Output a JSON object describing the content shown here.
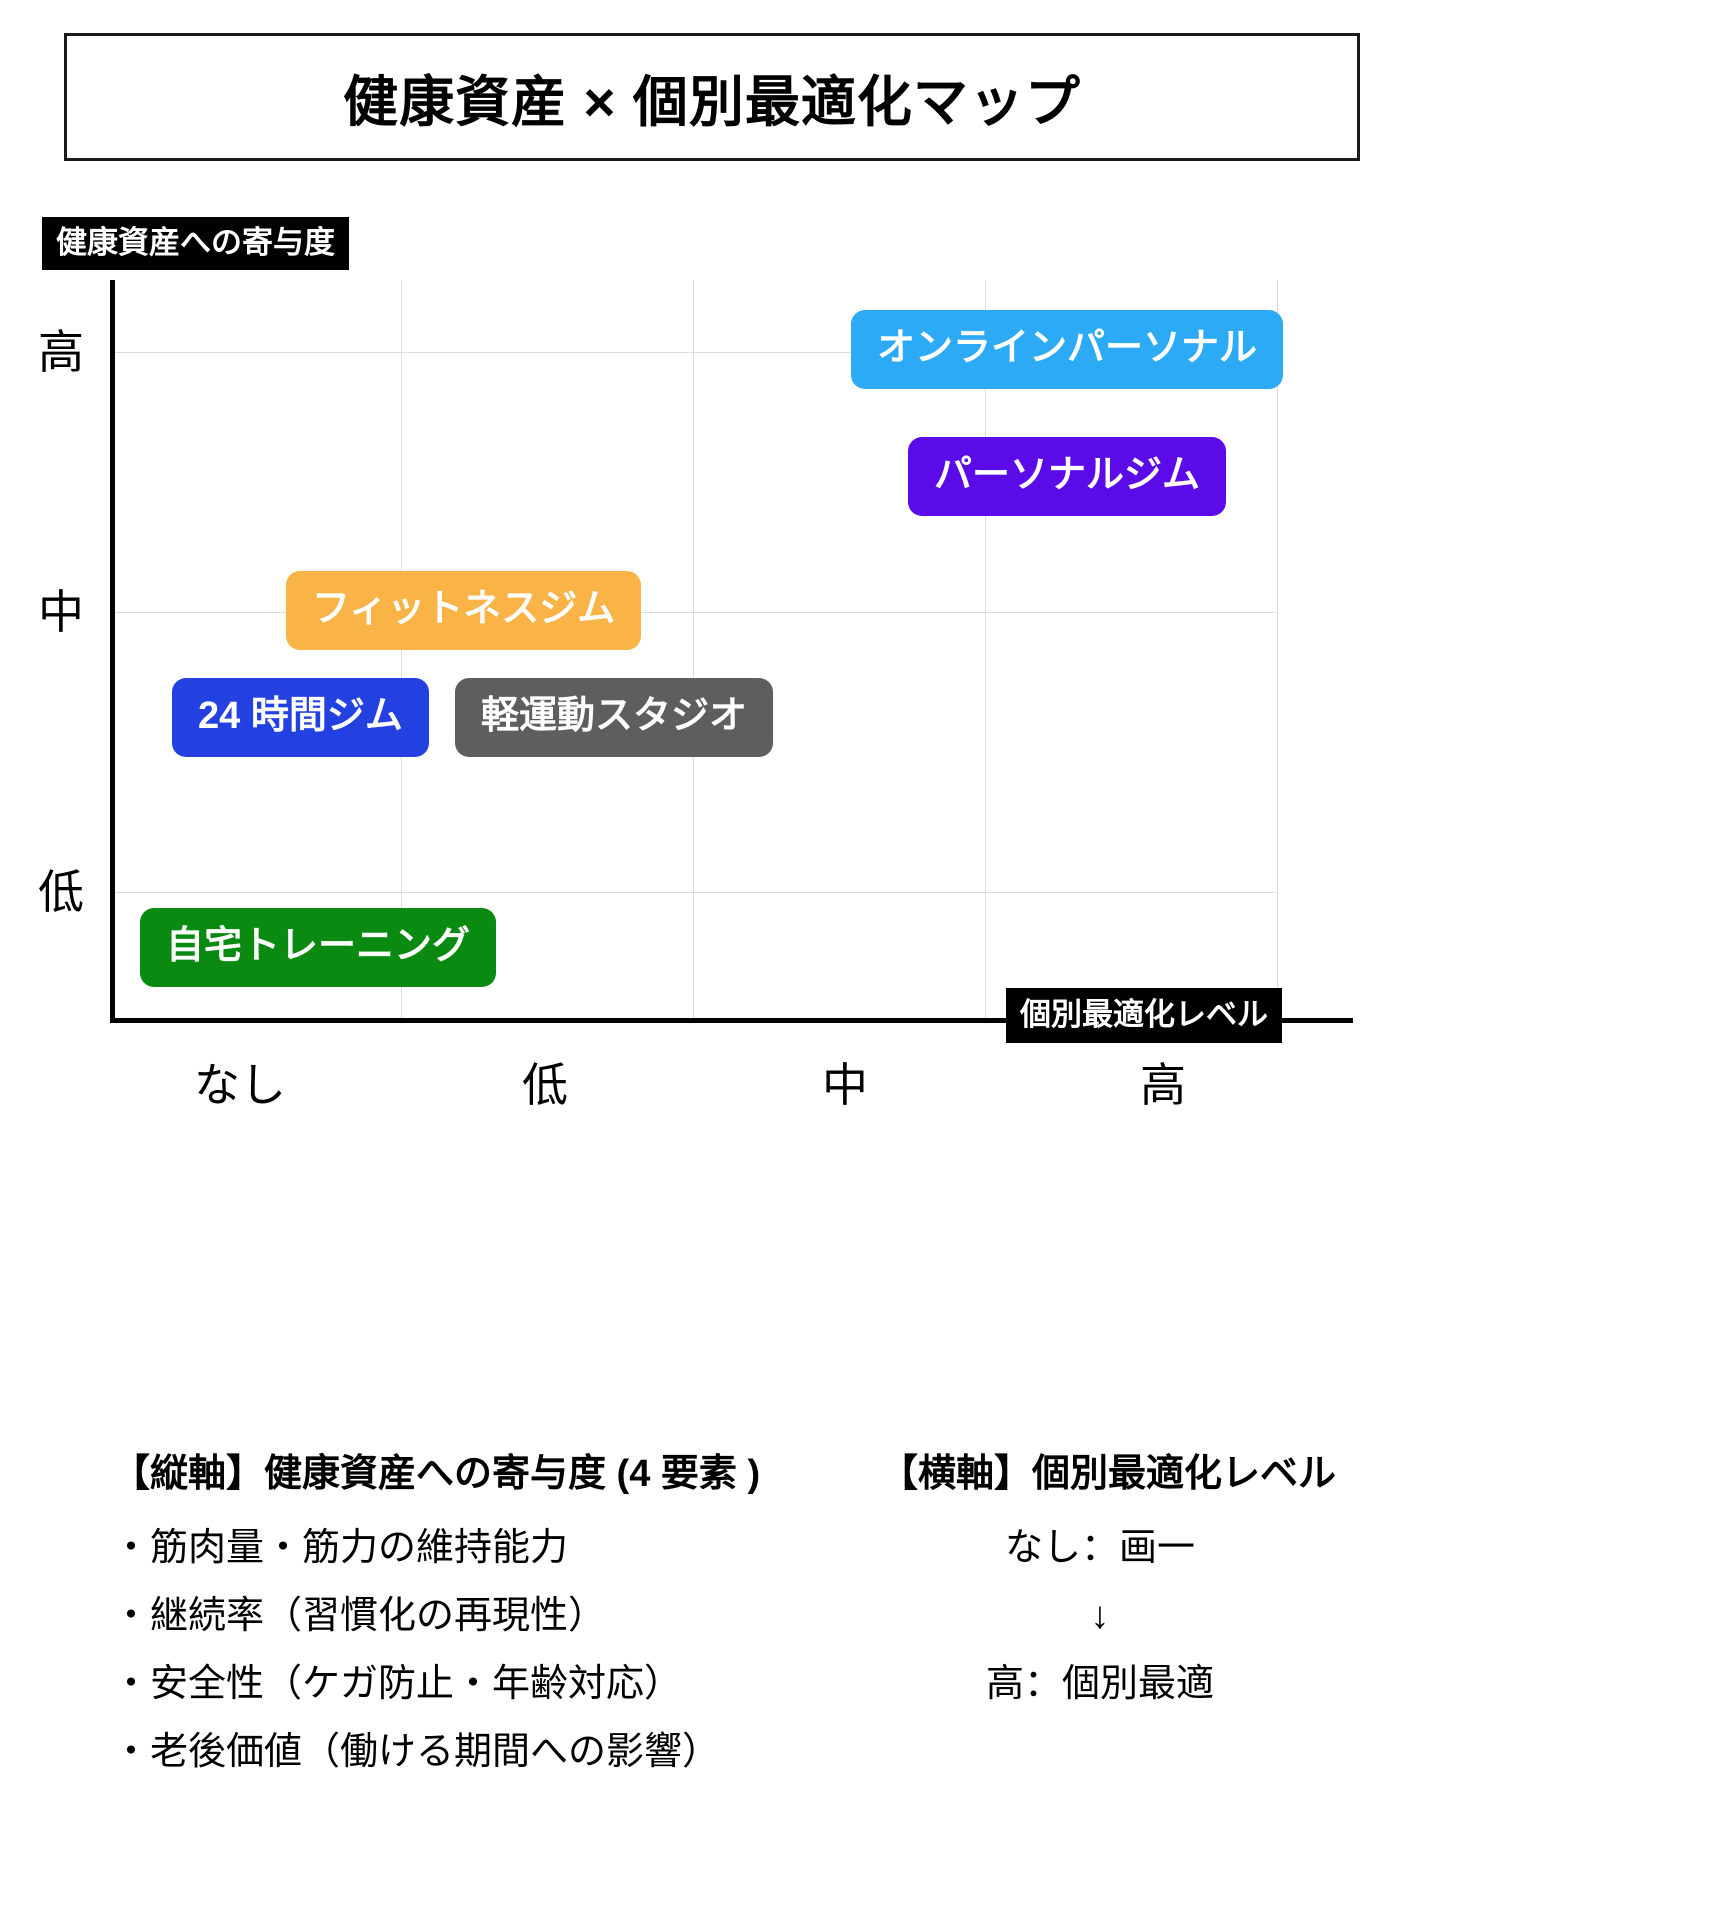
{
  "title": "健康資産 × 個別最適化マップ",
  "chart_data": {
    "type": "scatter",
    "title": "健康資産 × 個別最適化マップ",
    "xlabel": "個別最適化レベル",
    "ylabel": "健康資産への寄与度",
    "x_ticks": [
      "なし",
      "低",
      "中",
      "高"
    ],
    "y_ticks": [
      "高",
      "中",
      "低"
    ],
    "grid": true,
    "legend": "none",
    "points": [
      {
        "label": "オンラインパーソナル",
        "x": "高",
        "y": "高",
        "x_value": 3.0,
        "y_value": 3.0,
        "color": "#2DAAF5"
      },
      {
        "label": "パーソナルジム",
        "x": "高",
        "y": "高",
        "x_value": 3.1,
        "y_value": 2.7,
        "color": "#5B0BE8"
      },
      {
        "label": "フィットネスジム",
        "x": "低",
        "y": "中",
        "x_value": 1.0,
        "y_value": 2.0,
        "color": "#F9B347"
      },
      {
        "label": "24 時間ジム",
        "x": "なし",
        "y": "中",
        "x_value": 0.35,
        "y_value": 1.65,
        "color": "#2340E0"
      },
      {
        "label": "軽運動スタジオ",
        "x": "低",
        "y": "中",
        "x_value": 1.05,
        "y_value": 1.65,
        "color": "#5E5E5E"
      },
      {
        "label": "自宅トレーニング",
        "x": "なし",
        "y": "低",
        "x_value": 0.3,
        "y_value": 0.75,
        "color": "#0B8A12"
      }
    ]
  },
  "footer": {
    "left": {
      "heading": "【縦軸】健康資産への寄与度 (4 要素 )",
      "items": [
        "・筋肉量・筋力の維持能力",
        "・継続率（習慣化の再現性）",
        "・安全性（ケガ防止・年齢対応）",
        "・老後価値（働ける期間への影響）"
      ]
    },
    "right": {
      "heading": "【横軸】個別最適化レベル",
      "items": [
        "なし：画一",
        "↓",
        "高：個別最適"
      ]
    }
  }
}
